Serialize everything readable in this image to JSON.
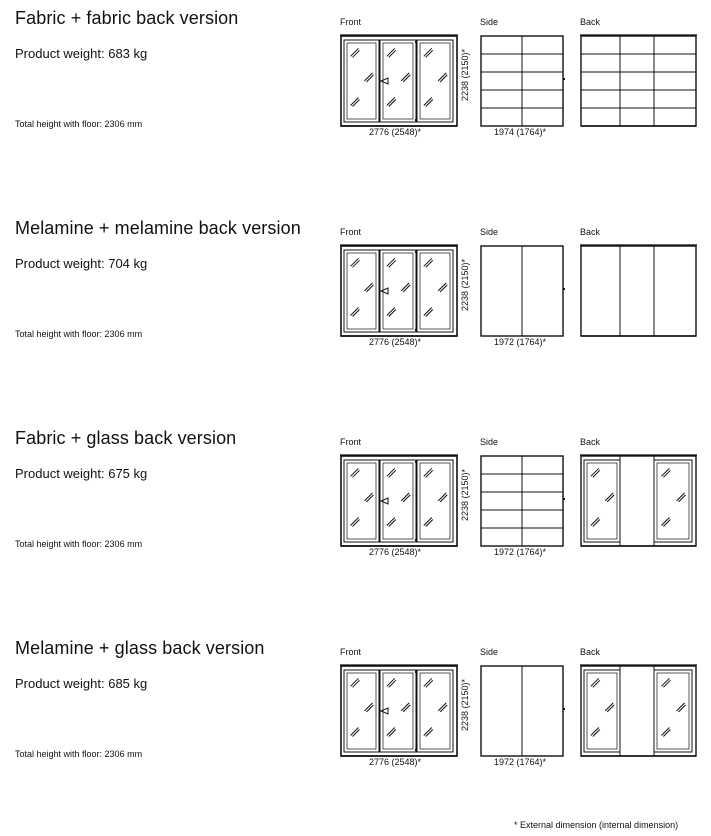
{
  "view_labels": {
    "front": "Front",
    "side": "Side",
    "back": "Back"
  },
  "sections": [
    {
      "title": "Fabric + fabric back version",
      "weight": "Product weight: 683 kg",
      "floor_height": "Total height with floor: 2306 mm",
      "front_width": "2776 (2548)*",
      "height_dim": "2238 (2150)*",
      "side_width": "1974 (1764)*",
      "side_type": "fabric",
      "back_type": "fabric"
    },
    {
      "title": "Melamine + melamine back version",
      "weight": "Product weight: 704 kg",
      "floor_height": "Total height with floor: 2306 mm",
      "front_width": "2776 (2548)*",
      "height_dim": "2238 (2150)*",
      "side_width": "1972 (1764)*",
      "side_type": "melamine",
      "back_type": "melamine"
    },
    {
      "title": "Fabric + glass back version",
      "weight": "Product weight: 675 kg",
      "floor_height": "Total height with floor: 2306 mm",
      "front_width": "2776 (2548)*",
      "height_dim": "2238 (2150)*",
      "side_width": "1972 (1764)*",
      "side_type": "fabric",
      "back_type": "glass"
    },
    {
      "title": "Melamine + glass back version",
      "weight": "Product weight: 685 kg",
      "floor_height": "Total height with floor: 2306 mm",
      "front_width": "2776 (2548)*",
      "height_dim": "2238 (2150)*",
      "side_width": "1972 (1764)*",
      "side_type": "melamine",
      "back_type": "glass"
    }
  ],
  "footnote": "* External dimension (internal dimension)"
}
